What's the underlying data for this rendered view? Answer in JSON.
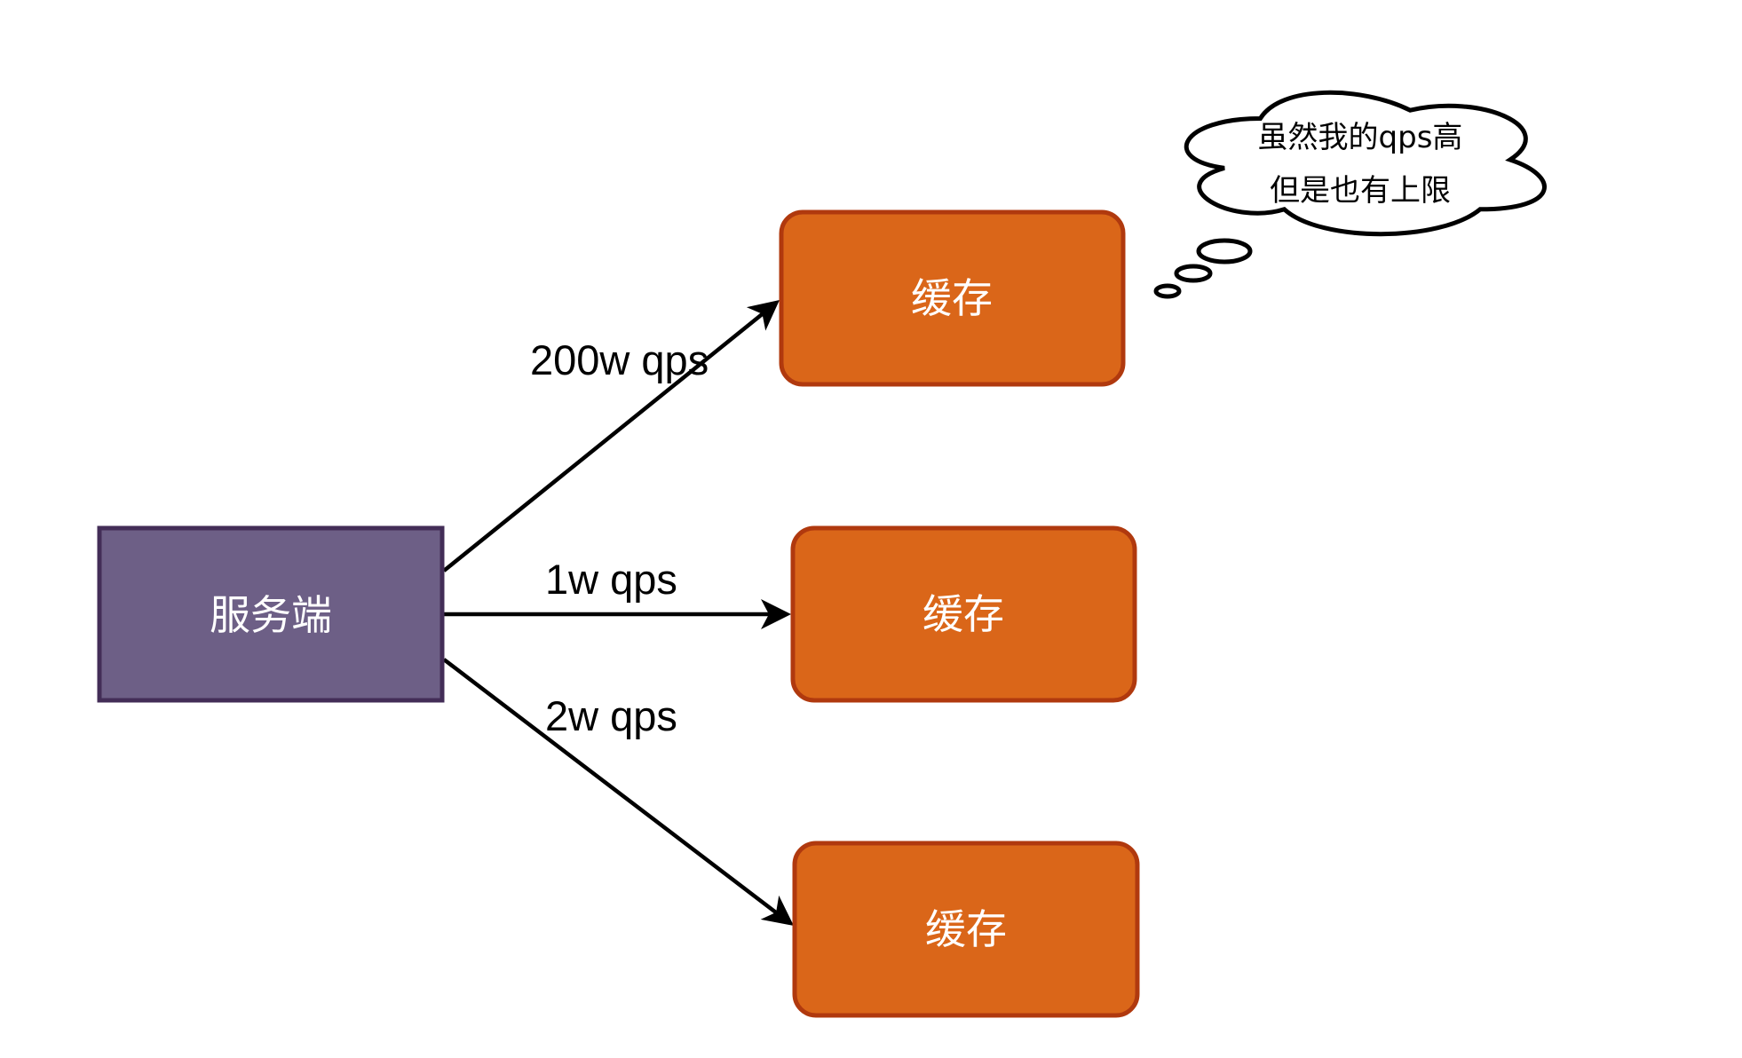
{
  "diagram": {
    "colors": {
      "server_fill": "#6d5f86",
      "server_stroke": "#432d57",
      "cache_fill": "#da6619",
      "cache_stroke": "#b0390e",
      "edge": "#000000",
      "cloud_stroke": "#000000",
      "cloud_fill": "#ffffff"
    },
    "server": {
      "label": "服务端"
    },
    "caches": [
      {
        "label": "缓存"
      },
      {
        "label": "缓存"
      },
      {
        "label": "缓存"
      }
    ],
    "edges": [
      {
        "from": "server",
        "to": "cache-1",
        "label": "200w qps"
      },
      {
        "from": "server",
        "to": "cache-2",
        "label": "1w qps"
      },
      {
        "from": "server",
        "to": "cache-3",
        "label": "2w qps"
      }
    ],
    "thought_cloud": {
      "attached_to": "cache-1",
      "lines": [
        "虽然我的qps高",
        "但是也有上限"
      ]
    }
  }
}
